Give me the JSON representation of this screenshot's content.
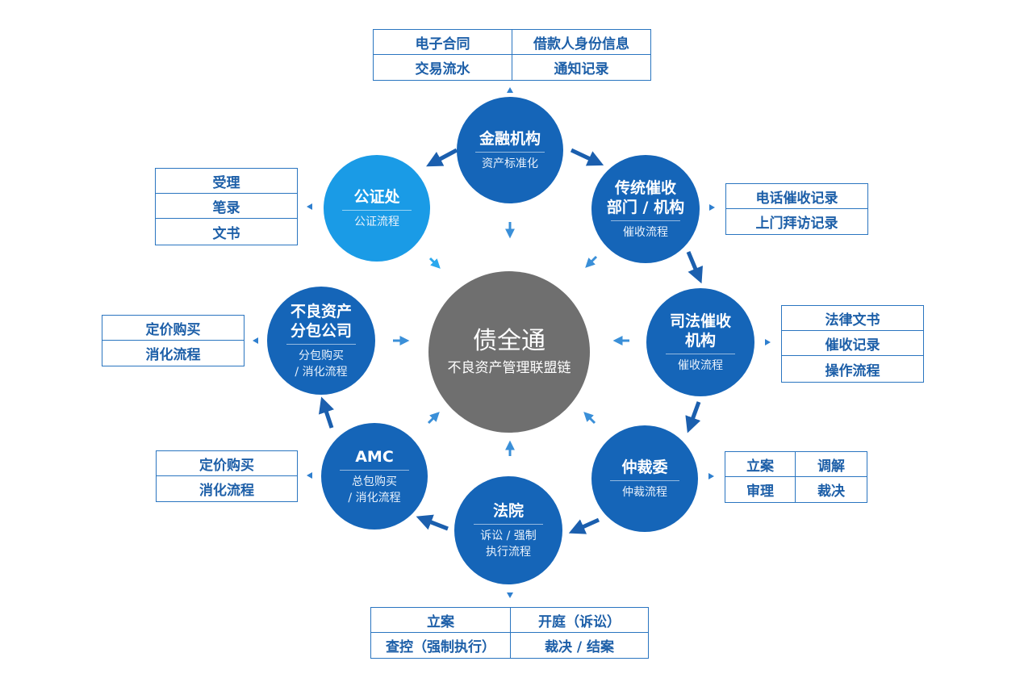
{
  "colors": {
    "node_dark": "#1565b8",
    "node_light": "#1a9be6",
    "center": "#6f6f6f",
    "box_border": "#2a75c0",
    "box_text": "#1d5fa8",
    "arrow_big": "#1b5fae",
    "arrow_center": "#3a8fd8",
    "arrow_small": "#2e7fcf"
  },
  "center": {
    "title": "债全通",
    "subtitle": "不良资产管理联盟链"
  },
  "nodes": {
    "finance": {
      "title": "金融机构",
      "subtitle": "资产标准化"
    },
    "notary": {
      "title": "公证处",
      "subtitle": "公证流程"
    },
    "collection": {
      "title": "传统催收\n部门 / 机构",
      "subtitle": "催收流程"
    },
    "judicial": {
      "title": "司法催收\n机构",
      "subtitle": "催收流程"
    },
    "arbitration": {
      "title": "仲裁委",
      "subtitle": "仲裁流程"
    },
    "court": {
      "title": "法院",
      "subtitle": "诉讼 / 强制\n执行流程"
    },
    "amc": {
      "title": "AMC",
      "subtitle": "总包购买\n/ 消化流程"
    },
    "subcontract": {
      "title": "不良资产\n分包公司",
      "subtitle": "分包购买\n/ 消化流程"
    }
  },
  "boxes": {
    "finance": [
      [
        "电子合同",
        "借款人身份信息"
      ],
      [
        "交易流水",
        "通知记录"
      ]
    ],
    "notary": [
      [
        "受理"
      ],
      [
        "笔录"
      ],
      [
        "文书"
      ]
    ],
    "collection": [
      [
        "电话催收记录"
      ],
      [
        "上门拜访记录"
      ]
    ],
    "judicial": [
      [
        "法律文书"
      ],
      [
        "催收记录"
      ],
      [
        "操作流程"
      ]
    ],
    "arbitration": [
      [
        "立案",
        "调解"
      ],
      [
        "审理",
        "裁决"
      ]
    ],
    "court": [
      [
        "立案",
        "开庭（诉讼）"
      ],
      [
        "查控（强制执行）",
        "裁决 / 结案"
      ]
    ],
    "amc": [
      [
        "定价购买"
      ],
      [
        "消化流程"
      ]
    ],
    "subcontract": [
      [
        "定价购买"
      ],
      [
        "消化流程"
      ]
    ]
  }
}
